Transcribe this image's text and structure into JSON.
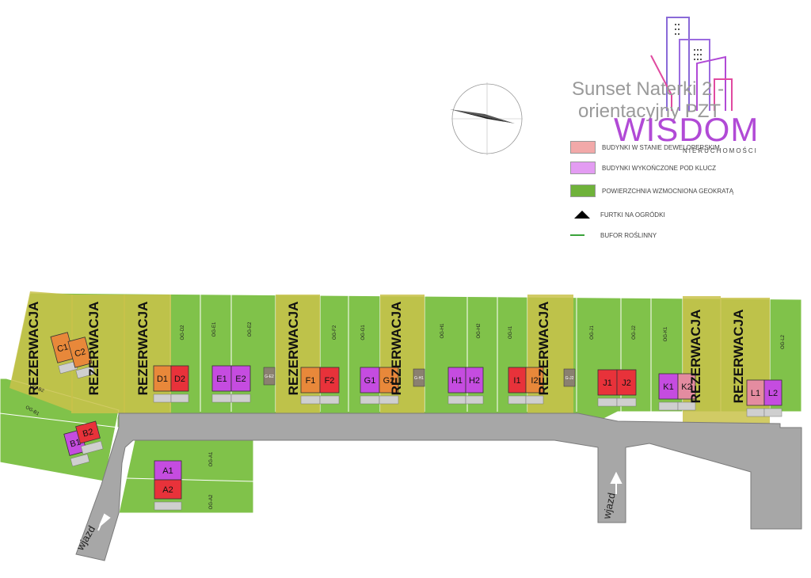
{
  "title": {
    "line1": "Sunset Naterki 2 -",
    "line2": "orientacyjny PZT"
  },
  "brand": {
    "name": "WISDOM",
    "sub": "NIERUCHOMOŚCI"
  },
  "legend": [
    {
      "label": "BUDYNKI W STANIE DEWELOPERSKIM",
      "color": "#f2a9a9",
      "kind": "box"
    },
    {
      "label": "BUDYNKI WYKOŃCZONE POD KLUCZ",
      "color": "#e39cf2",
      "kind": "box"
    },
    {
      "label": "POWIERZCHNIA WZMOCNIONA GEOKRATĄ",
      "color": "#6fb23a",
      "kind": "box"
    },
    {
      "label": "FURTKI NA OGRÓDKI",
      "color": "#000000",
      "kind": "triangle"
    },
    {
      "label": "BUFOR ROŚLINNY",
      "color": "#3aa33a",
      "kind": "line"
    }
  ],
  "colors": {
    "plot_green": "#80c24a",
    "reservation": "#c9c24a",
    "road": "#a7a7a7",
    "red_building": "#e8323a",
    "purple_building": "#c54ce0",
    "orange_building": "#e8883a",
    "pink_building": "#e48ca0"
  },
  "reservation_label": "REZERWACJA",
  "entrance_label": "wjazd",
  "buildings": [
    {
      "label": "A1",
      "state": "purple"
    },
    {
      "label": "A2",
      "state": "red"
    },
    {
      "label": "B1",
      "state": "purple"
    },
    {
      "label": "B2",
      "state": "red"
    },
    {
      "label": "C1",
      "state": "orange"
    },
    {
      "label": "C2",
      "state": "orange"
    },
    {
      "label": "D1",
      "state": "orange"
    },
    {
      "label": "D2",
      "state": "red"
    },
    {
      "label": "E1",
      "state": "purple"
    },
    {
      "label": "E2",
      "state": "purple"
    },
    {
      "label": "F1",
      "state": "orange"
    },
    {
      "label": "F2",
      "state": "red"
    },
    {
      "label": "G1",
      "state": "purple"
    },
    {
      "label": "G2",
      "state": "orange"
    },
    {
      "label": "H1",
      "state": "purple"
    },
    {
      "label": "H2",
      "state": "purple"
    },
    {
      "label": "I1",
      "state": "red"
    },
    {
      "label": "I2",
      "state": "orange"
    },
    {
      "label": "J1",
      "state": "red"
    },
    {
      "label": "J2",
      "state": "red"
    },
    {
      "label": "K1",
      "state": "purple"
    },
    {
      "label": "K2",
      "state": "pink"
    },
    {
      "label": "L1",
      "state": "pink"
    },
    {
      "label": "L2",
      "state": "purple"
    }
  ],
  "plot_labels": [
    "OG-D2",
    "OG-E1",
    "OG-E2",
    "OG-F2",
    "OG-G1",
    "OG-H1",
    "OG-H2",
    "OG-I1",
    "OG-J1",
    "OG-J2",
    "OG-K1",
    "OG-L2",
    "OG-B1",
    "OG-B2",
    "OG-A1",
    "OG-A2"
  ],
  "garage_labels": [
    "G-E2",
    "G-H1",
    "G-J2"
  ]
}
